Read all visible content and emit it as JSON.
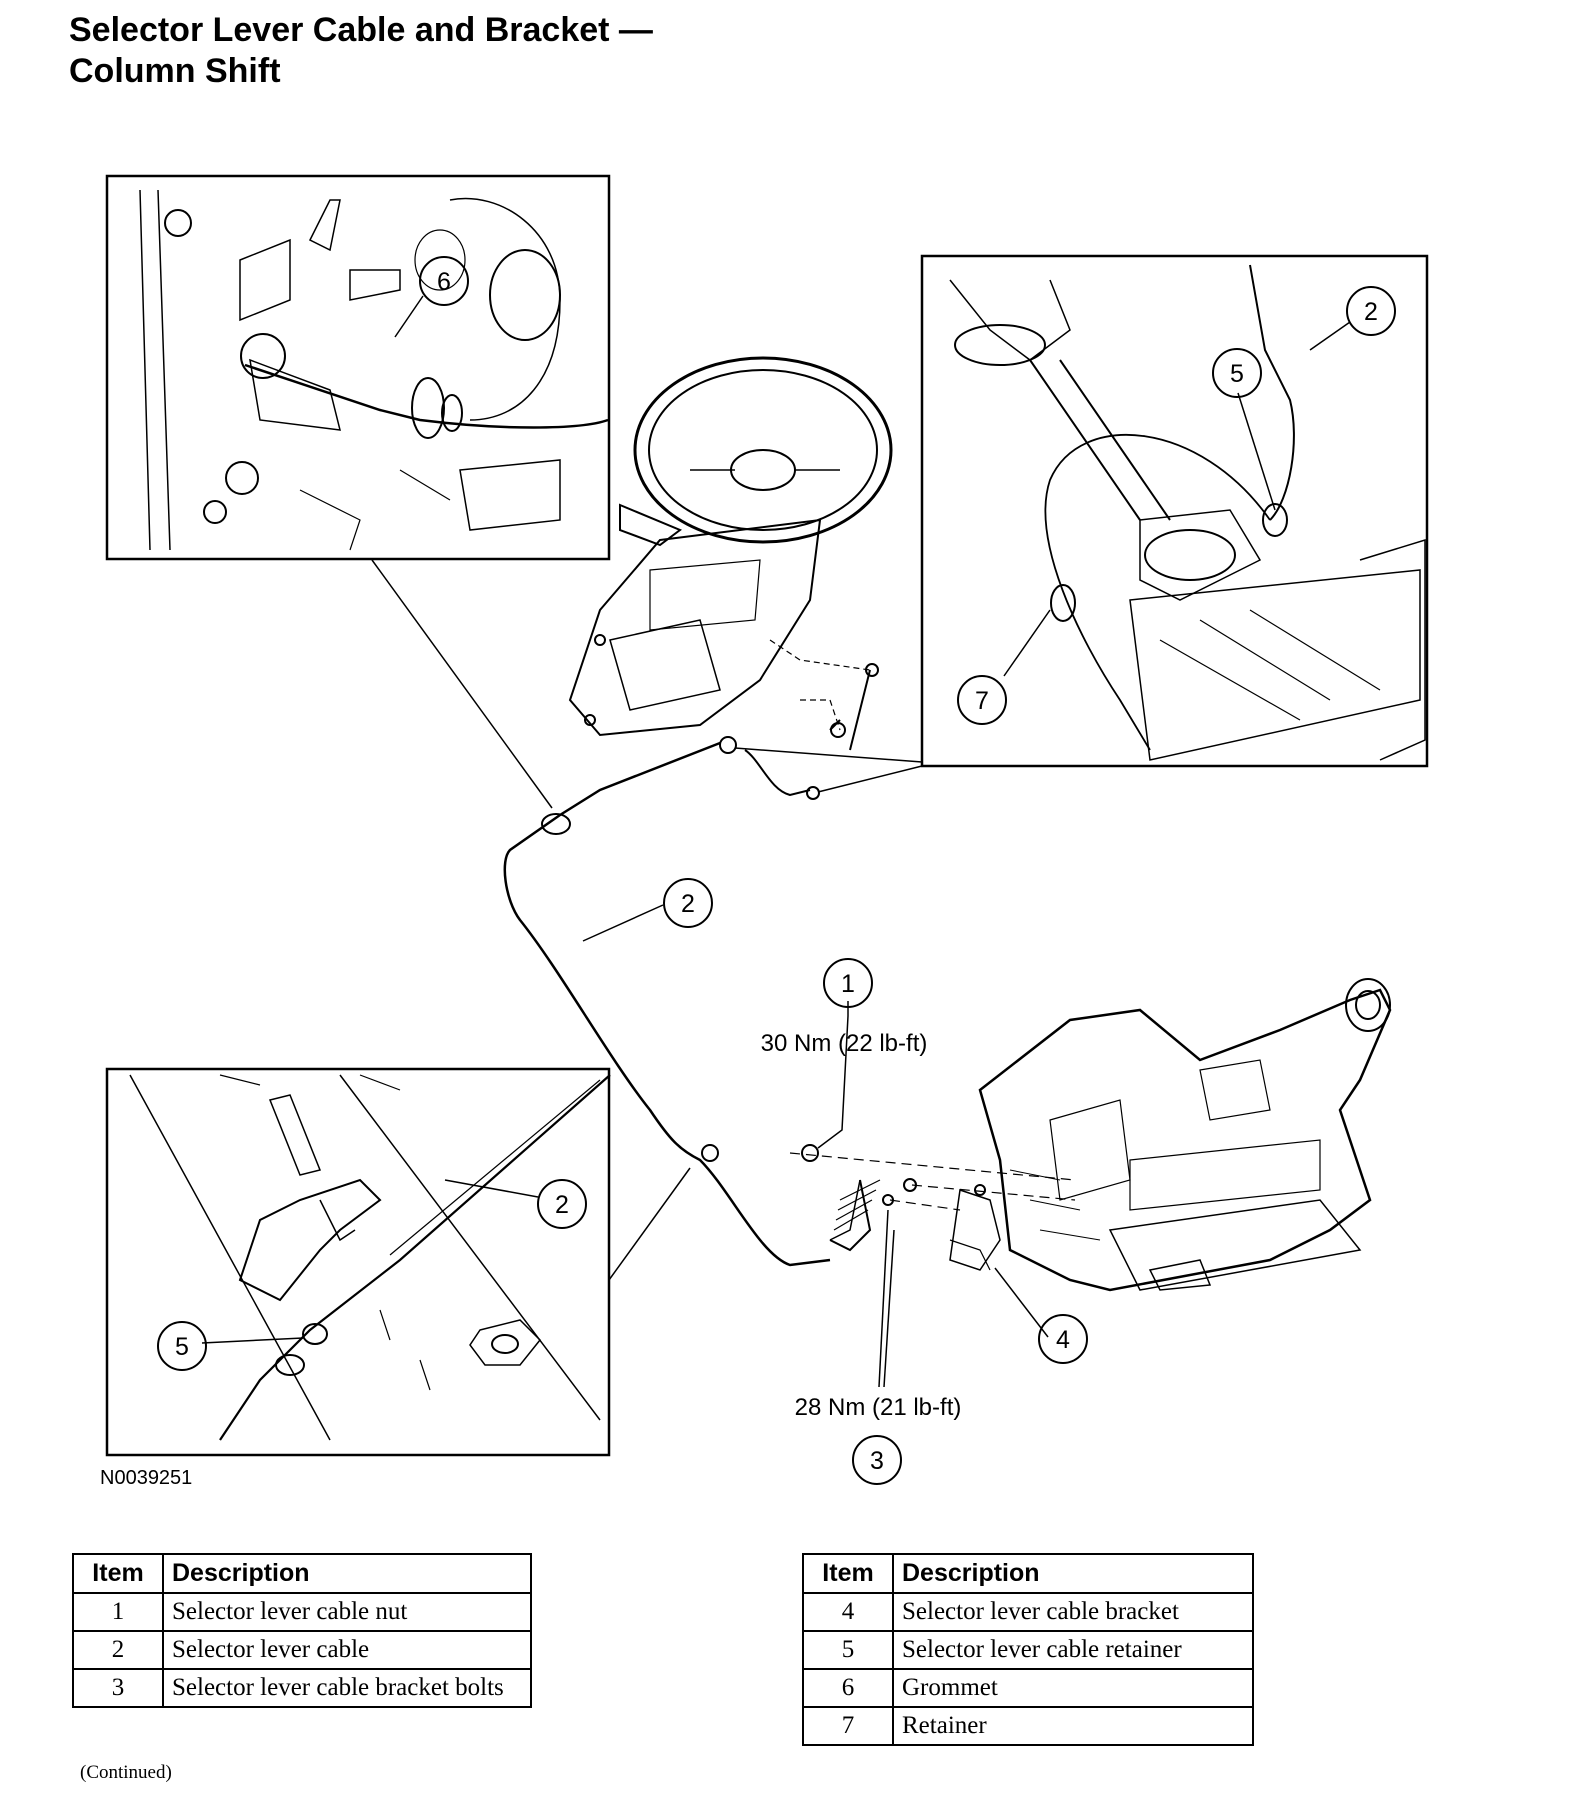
{
  "title": {
    "line1": "Selector Lever Cable and Bracket —",
    "line2": "Column Shift"
  },
  "figure_id": "N0039251",
  "callouts": {
    "c1": "1",
    "c2": "2",
    "c3": "3",
    "c4": "4",
    "c5": "5",
    "c6": "6",
    "c7": "7"
  },
  "torque": {
    "item1": "30 Nm (22 lb-ft)",
    "item3": "28 Nm (21 lb-ft)"
  },
  "legend": {
    "headers": {
      "item": "Item",
      "description": "Description"
    },
    "left": [
      {
        "item": "1",
        "description": "Selector lever cable nut"
      },
      {
        "item": "2",
        "description": "Selector lever cable"
      },
      {
        "item": "3",
        "description": "Selector lever cable bracket bolts"
      }
    ],
    "right": [
      {
        "item": "4",
        "description": "Selector lever cable bracket"
      },
      {
        "item": "5",
        "description": "Selector lever cable retainer"
      },
      {
        "item": "6",
        "description": "Grommet"
      },
      {
        "item": "7",
        "description": "Retainer"
      }
    ]
  },
  "continued": "(Continued)"
}
